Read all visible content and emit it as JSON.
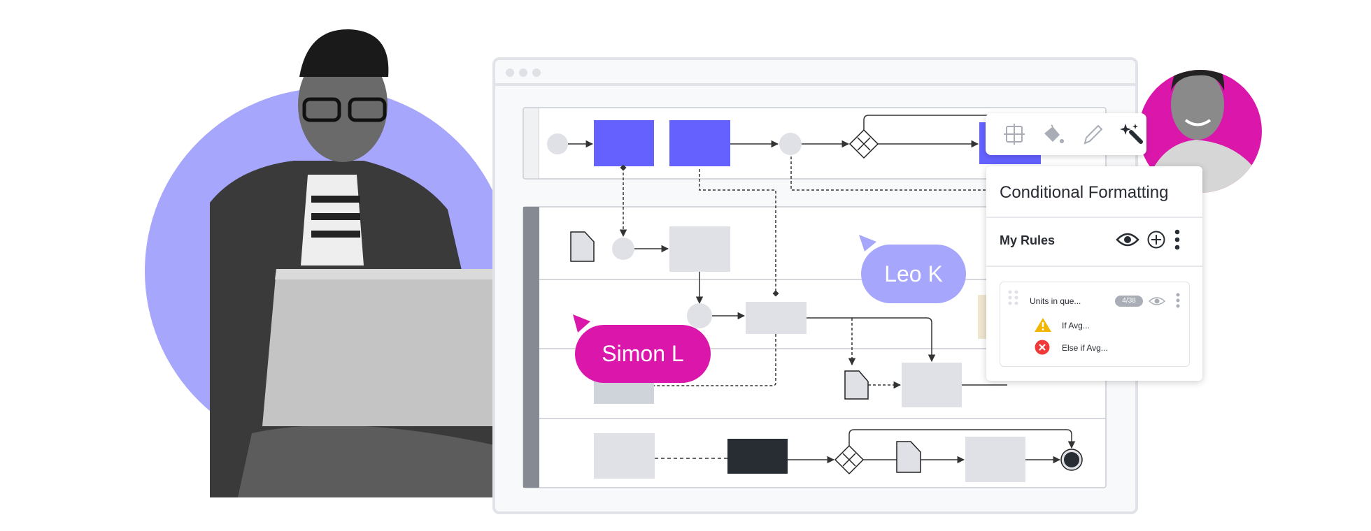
{
  "canvas": {
    "collaborators": [
      {
        "name": "Leo K",
        "color": "#a5a6fc"
      },
      {
        "name": "Simon L",
        "color": "#db17ab"
      }
    ]
  },
  "toolbar": {
    "tools": [
      "container-icon",
      "fill-bucket-icon",
      "pencil-icon",
      "magic-wand-icon"
    ]
  },
  "panel": {
    "title": "Conditional Formatting",
    "rules_label": "My Rules",
    "rule": {
      "name": "Units in que...",
      "badge": "4/38",
      "conditions": [
        {
          "label": "If Avg...",
          "icon": "warning-icon",
          "color": "#f2b600"
        },
        {
          "label": "Else if Avg...",
          "icon": "error-icon",
          "color": "#f03a3a"
        }
      ]
    }
  },
  "colors": {
    "accent": "#6461ff",
    "backdrop": "#a6a6fd",
    "avatar_bg": "#db17ab"
  }
}
